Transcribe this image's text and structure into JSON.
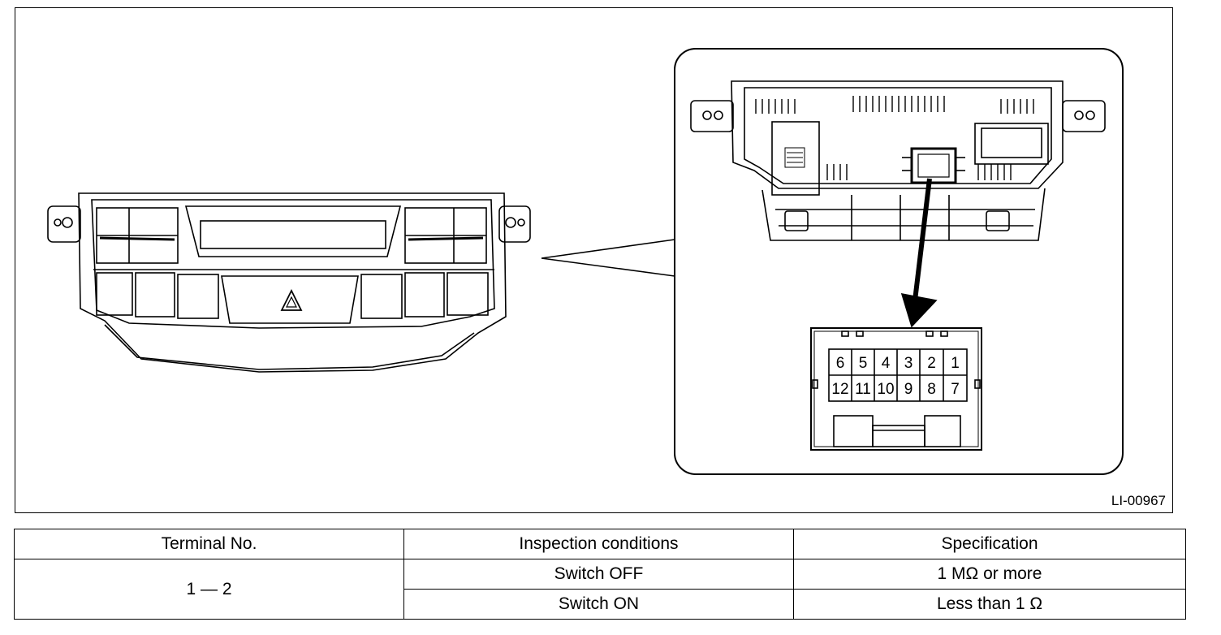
{
  "figure": {
    "id": "LI-00967",
    "connector_pins": {
      "top_row": [
        "6",
        "5",
        "4",
        "3",
        "2",
        "1"
      ],
      "bottom_row": [
        "12",
        "11",
        "10",
        "9",
        "8",
        "7"
      ]
    }
  },
  "table": {
    "headers": [
      "Terminal No.",
      "Inspection conditions",
      "Specification"
    ],
    "terminal": "1 — 2",
    "rows": [
      {
        "condition": "Switch OFF",
        "spec": "1 MΩ or more"
      },
      {
        "condition": "Switch ON",
        "spec": "Less than 1 Ω"
      }
    ]
  }
}
